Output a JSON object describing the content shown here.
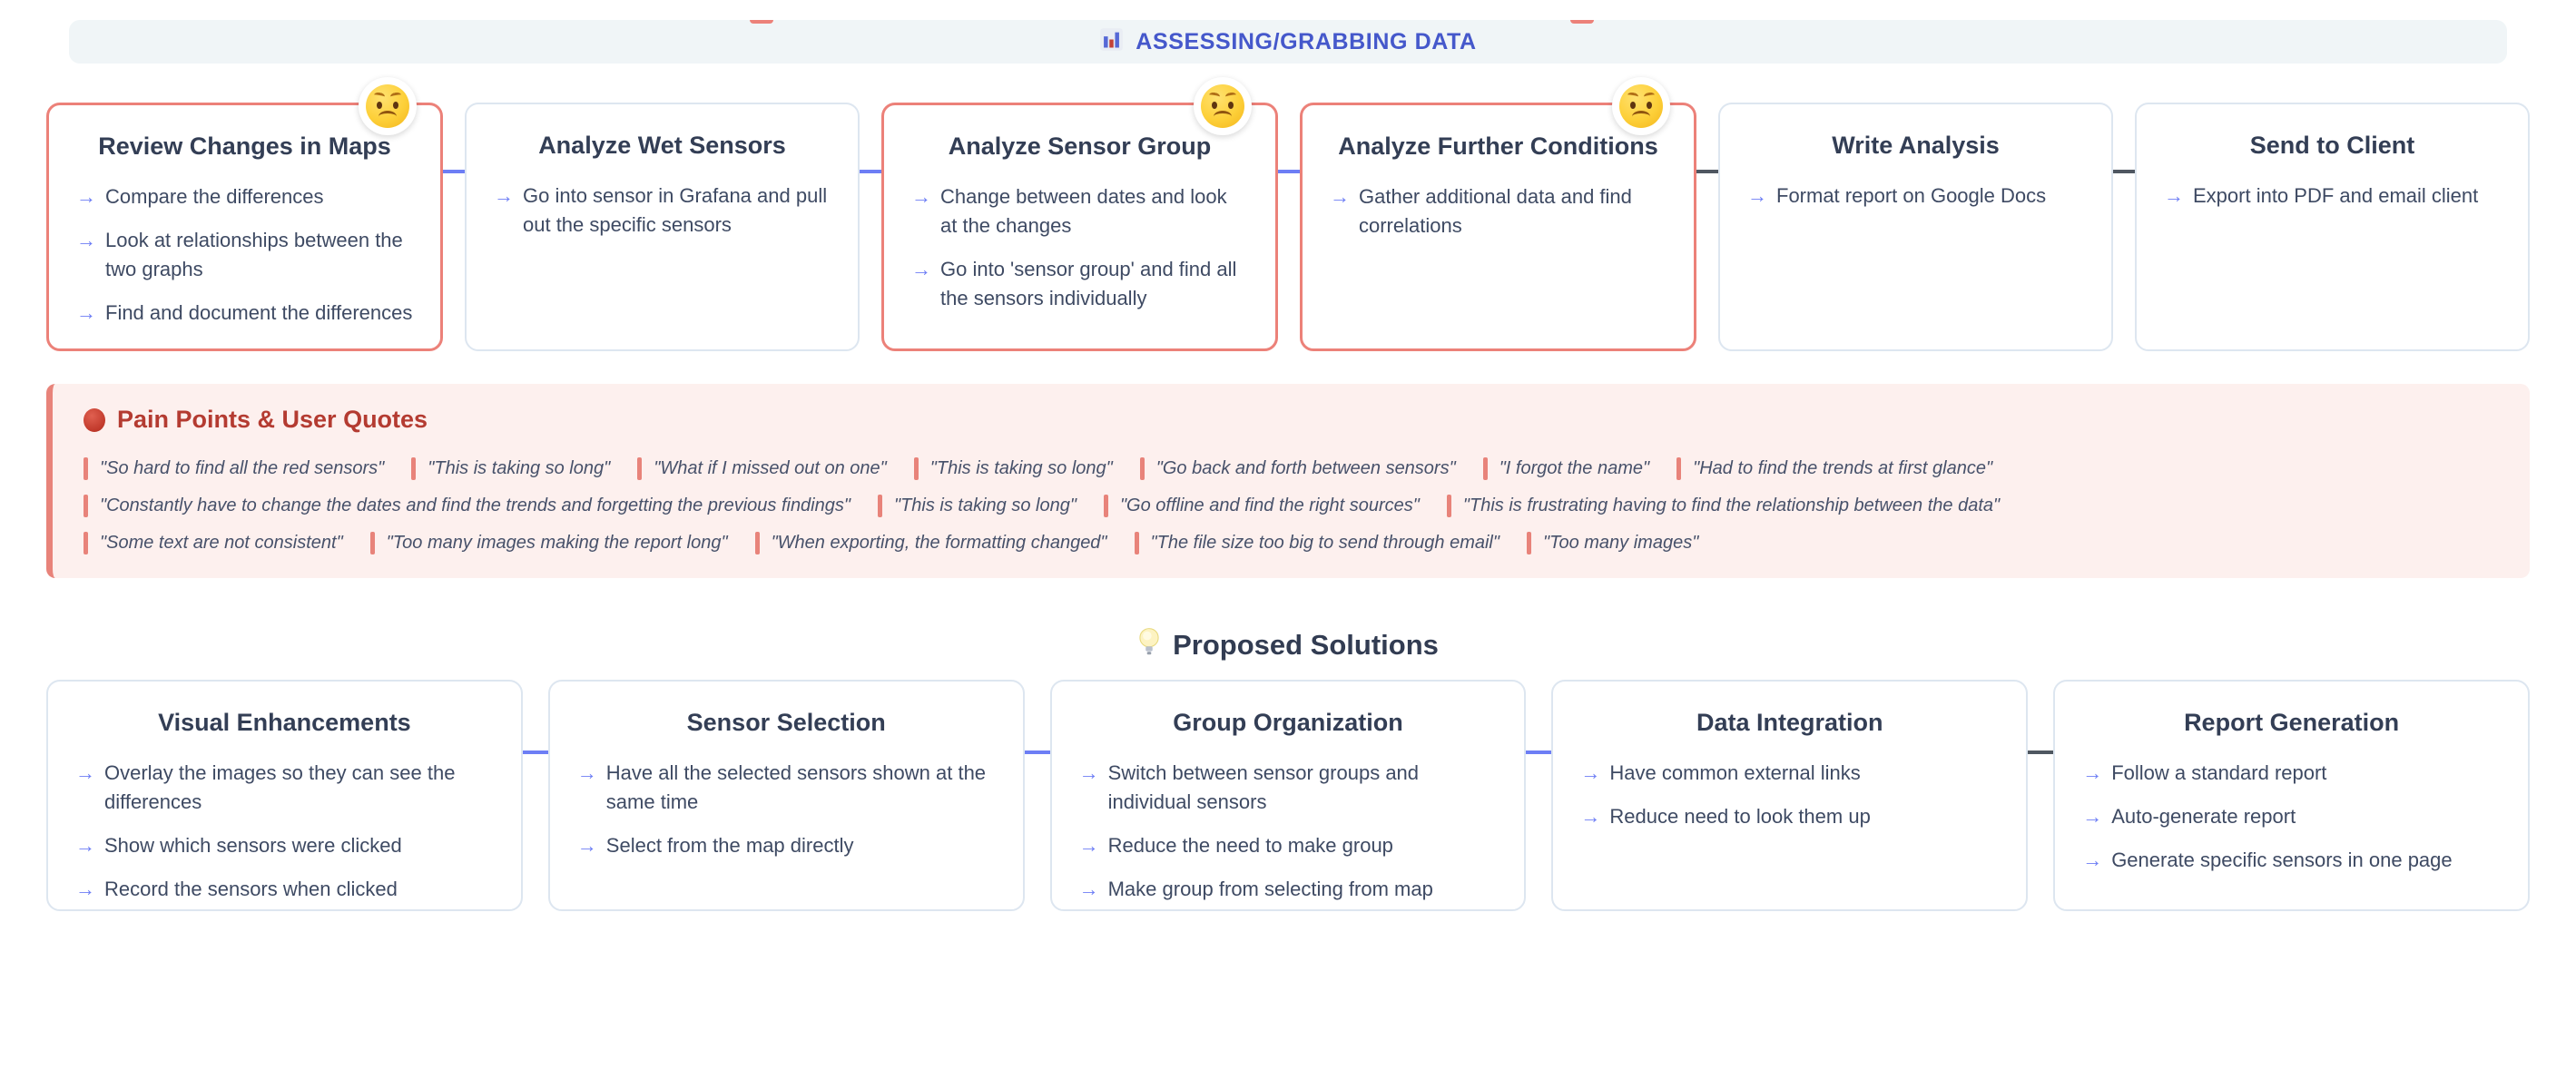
{
  "header": {
    "icon": "bar-chart",
    "icon_glyph": "📊",
    "title": "ASSESSING/GRABBING DATA"
  },
  "icons": {
    "arrow_right": "→",
    "bar_chart": "📊",
    "lightbulb": "💡",
    "red_circle": "🔴",
    "worried_face": "😟"
  },
  "steps": [
    {
      "title": "Review Changes in Maps",
      "mood_badge": "worried-face",
      "items": [
        "Compare the differences",
        "Look at relationships between the two graphs",
        "Find and document the differences"
      ]
    },
    {
      "title": "Analyze Wet Sensors",
      "mood_badge": null,
      "items": [
        "Go into sensor in Grafana and pull out the specific sensors"
      ]
    },
    {
      "title": "Analyze Sensor Group",
      "mood_badge": "worried-face",
      "items": [
        "Change between dates and look at the changes",
        "Go into 'sensor group' and find all the sensors individually"
      ]
    },
    {
      "title": "Analyze Further Conditions",
      "mood_badge": "worried-face",
      "items": [
        "Gather additional data and find correlations"
      ]
    },
    {
      "title": "Write Analysis",
      "mood_badge": null,
      "items": [
        "Format report on Google Docs"
      ]
    },
    {
      "title": "Send to Client",
      "mood_badge": null,
      "items": [
        "Export into PDF and email client"
      ]
    }
  ],
  "pain_points": {
    "icon": "red-circle",
    "title": "Pain Points & User Quotes",
    "rows": [
      [
        "\"So hard to find all the red sensors\"",
        "\"This is taking so long\"",
        "\"What if I missed out on one\"",
        "\"This is taking so long\"",
        "\"Go back and forth between sensors\"",
        "\"I forgot the name\"",
        "\"Had to find the trends at first glance\""
      ],
      [
        "\"Constantly have to change the dates and find the trends and forgetting the previous findings\"",
        "\"This is taking so long\"",
        "\"Go offline and find the right sources\"",
        "\"This is frustrating having to find the relationship between the data\""
      ],
      [
        "\"Some text are not consistent\"",
        "\"Too many images making the report long\"",
        "\"When exporting, the formatting changed\"",
        "\"The file size too big to send through email\"",
        "\"Too many images\""
      ]
    ]
  },
  "solutions_header": {
    "icon": "lightbulb",
    "title": "Proposed Solutions"
  },
  "solutions": [
    {
      "title": "Visual Enhancements",
      "items": [
        "Overlay the images so they can see the differences",
        "Show which sensors were clicked",
        "Record the sensors when clicked"
      ]
    },
    {
      "title": "Sensor Selection",
      "items": [
        "Have all the selected sensors shown at the same time",
        "Select from the map directly"
      ]
    },
    {
      "title": "Group Organization",
      "items": [
        "Switch between sensor groups and individual sensors",
        "Reduce the need to make group",
        "Make group from selecting from map"
      ]
    },
    {
      "title": "Data Integration",
      "items": [
        "Have common external links",
        "Reduce need to look them up"
      ]
    },
    {
      "title": "Report Generation",
      "items": [
        "Follow a standard report",
        "Auto-generate report",
        "Generate specific sensors in one page"
      ]
    }
  ],
  "colors": {
    "accent_blue": "#6d7ef5",
    "title_blue": "#4558cb",
    "salmon_red": "#ec8179",
    "pain_panel_bg": "#fdf0ee",
    "pain_title_red": "#b43b31",
    "dark_connector": "#4f5761",
    "card_border_gray": "#dde6f0",
    "heading_dark": "#333e55",
    "body_text": "#3e4a63",
    "band_bg": "#f0f5f7"
  }
}
